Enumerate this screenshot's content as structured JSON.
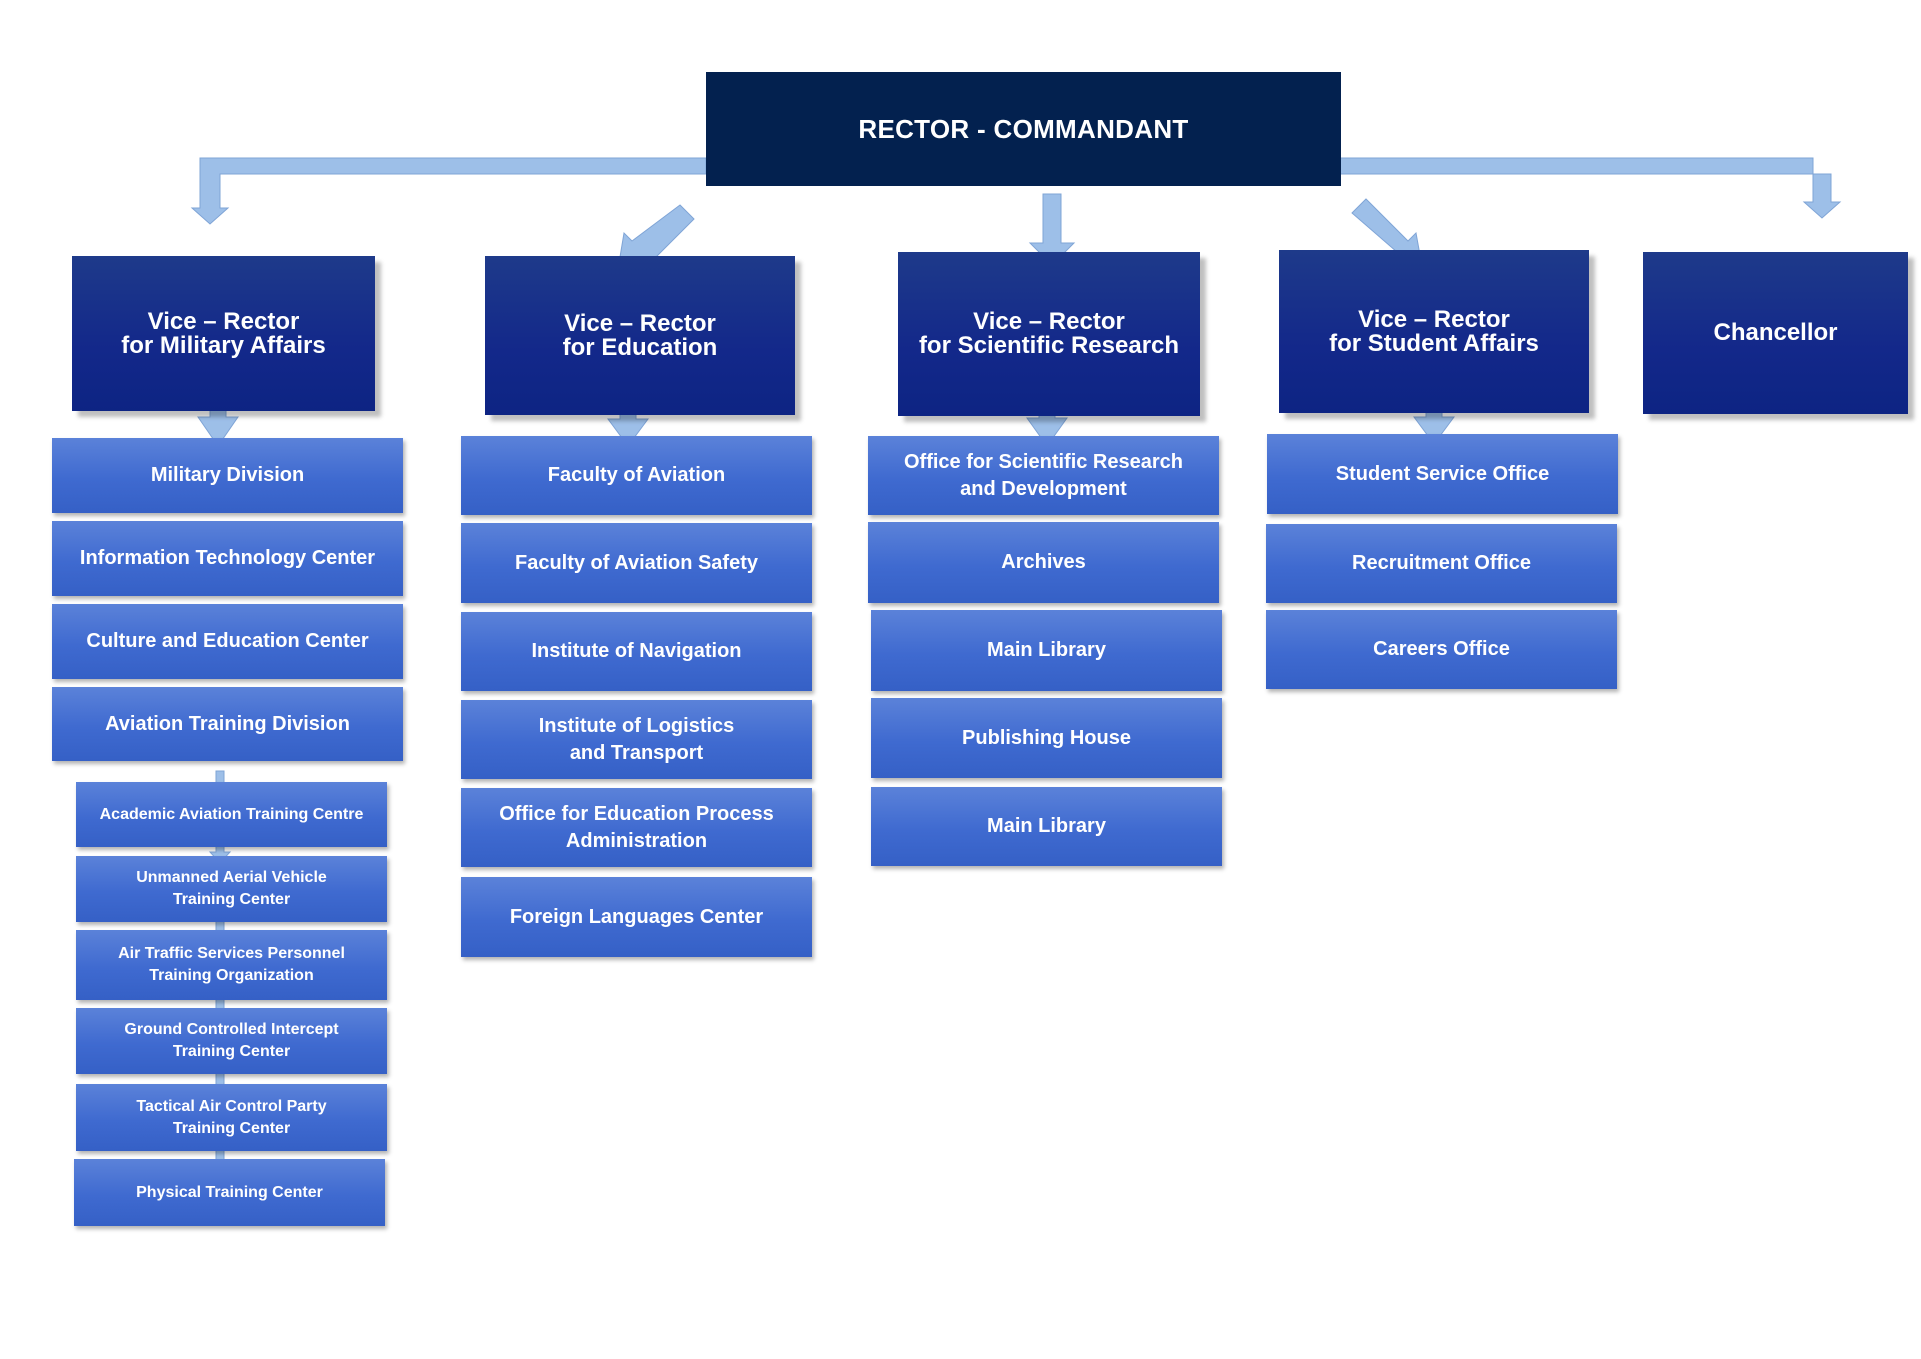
{
  "chart": {
    "root": "RECTOR - COMMANDANT",
    "vice_rectors": [
      "Vice – Rector\nfor Military Affairs",
      "Vice – Rector\nfor Education",
      "Vice – Rector\nfor Scientific Research",
      "Vice – Rector\nfor Student Affairs",
      "Chancellor"
    ],
    "military_units": [
      "Military Division",
      "Information Technology Center",
      "Culture and Education Center",
      "Aviation Training Division"
    ],
    "aviation_training_units": [
      "Academic Aviation Training Centre",
      "Unmanned Aerial Vehicle\nTraining Center",
      "Air Traffic Services Personnel\nTraining Organization",
      "Ground Controlled Intercept\nTraining Center",
      "Tactical Air Control Party\nTraining Center",
      "Physical Training Center"
    ],
    "education_units": [
      "Faculty of Aviation",
      "Faculty of Aviation Safety",
      "Institute of Navigation",
      "Institute of Logistics\nand Transport",
      "Office for Education Process\nAdministration",
      "Foreign Languages Center"
    ],
    "research_units": [
      "Office for Scientific Research\nand Development",
      "Archives",
      "Main Library",
      "Publishing House",
      "Main Library"
    ],
    "student_units": [
      "Student Service Office",
      "Recruitment Office",
      "Careers Office"
    ]
  },
  "colors": {
    "root": "#03214f",
    "vice_rector": "#13288a",
    "unit": "#4a73d2",
    "arrow": "#9dbfe8"
  }
}
